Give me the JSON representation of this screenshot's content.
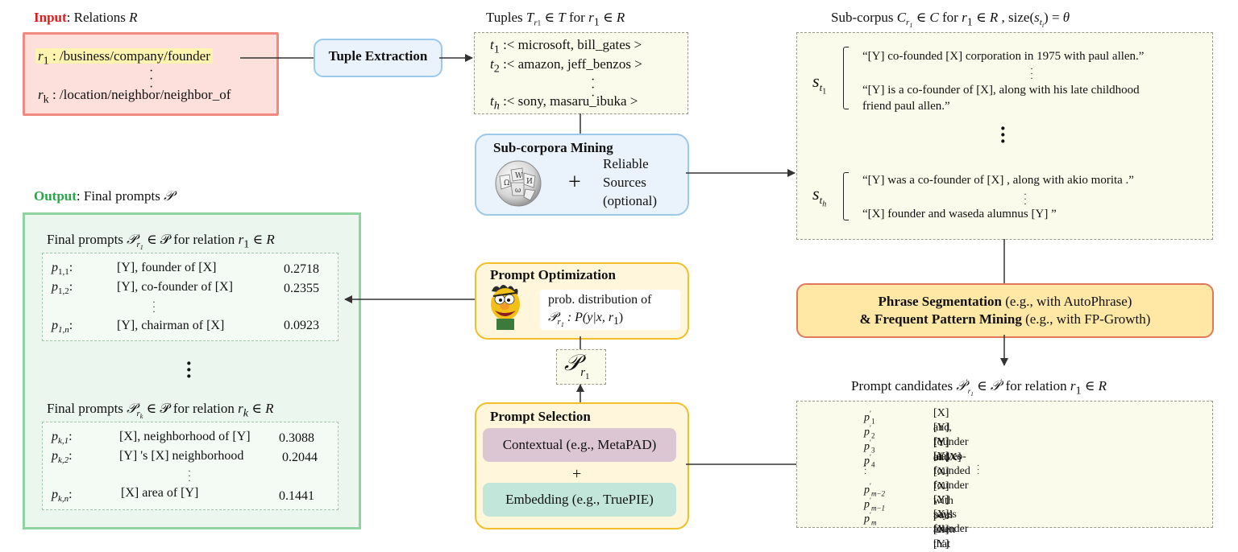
{
  "input": {
    "label": "Input",
    "title": ": Relations ",
    "title_var": "R",
    "r1_sym": "r",
    "r1_sub": "1",
    "r1_text": " : /business/company/founder",
    "rk_sym": "r",
    "rk_sub": "k",
    "rk_text": " : /location/neighbor/neighbor_of"
  },
  "tuple_extraction": {
    "label": "Tuple Extraction"
  },
  "tuples": {
    "title_pre": "Tuples ",
    "title_T": "T",
    "title_sub": "r",
    "title_subsub": "1",
    "title_mid": " ∈ ",
    "title_T2": "T",
    "title_for": "  for  ",
    "title_r": "r",
    "title_rsub": "1",
    "title_in": " ∈ ",
    "title_R": "R",
    "items": [
      {
        "sym": "t",
        "sub": "1",
        "text": " :< microsoft, bill_gates >"
      },
      {
        "sym": "t",
        "sub": "2",
        "text": " :< amazon, jeff_benzos >"
      },
      {
        "sym": "t",
        "sub": "h",
        "text": " :< sony, masaru_ibuka >"
      }
    ]
  },
  "mining": {
    "title": "Sub-corpora Mining",
    "plus": "+",
    "sources": [
      "Reliable",
      "Sources",
      "(optional)"
    ],
    "wiki_letters": [
      "W",
      "Ω",
      "И",
      "W",
      "ω"
    ]
  },
  "subcorpus": {
    "title_pre": "Sub-corpus ",
    "title_C": "C",
    "title_in": " ∈ ",
    "title_C2": "C",
    "title_for": "  for  ",
    "title_r": "r",
    "title_in2": " ∈ ",
    "title_R": "R",
    "title_size": "  , size(",
    "title_s": "s",
    "title_close": ") = ",
    "title_theta": "θ",
    "s1_sym": "s",
    "sh_sym": "s",
    "s1_sents": [
      "“[Y] co-founded [X] corporation in 1975 with paul allen.”",
      "“[Y] is a co-founder of  [X], along with his late childhood",
      "friend paul allen.”"
    ],
    "sh_sents": [
      "“[Y] was a co-founder of [X] , along with akio morita .”",
      "“[X] founder and waseda alumnus [Y] ”"
    ]
  },
  "phrase_seg": {
    "line1_bold": "Phrase Segmentation",
    "line1_rest": " (e.g., with AutoPhrase)",
    "line2_bold": "& Frequent Pattern Mining",
    "line2_rest": " (e.g., with FP-Growth)"
  },
  "candidates": {
    "title_pre": "Prompt candidates ",
    "title_for": " for relation ",
    "items": [
      {
        "sub": "1",
        "text": "[X] and [Y] and"
      },
      {
        "sub": "2",
        "text": "[Y], founder of [X]"
      },
      {
        "sub": "3",
        "text": "[Y] leaves [X]"
      },
      {
        "sub": "4",
        "text": "[Y] co-founded [X] with paul allen"
      },
      {
        "sub": "m−2",
        "text": "founder [Y]"
      },
      {
        "sub": "m−1",
        "text": "[Y] says [X] that"
      },
      {
        "sub": "m",
        "text": "[X]’s founder [Y]"
      }
    ]
  },
  "selection": {
    "title": "Prompt Selection",
    "contextual": "Contextual (e.g., MetaPAD)",
    "plus": "+",
    "embedding": "Embedding (e.g., TruePIE)"
  },
  "p_r1": {
    "sym": "𝒫",
    "sub": "r",
    "subsub": "1"
  },
  "optimization": {
    "title": "Prompt Optimization",
    "line1": "prob. distribution of",
    "line2": " : P(y|x, r",
    "line2_end": ")"
  },
  "output": {
    "label": "Output",
    "title": ": Final prompts ",
    "title_P": "𝒫",
    "block1_title": "Final prompts ",
    "block1_title_mid": " ∈ 𝒫 for relation ",
    "block1_rows": [
      {
        "sub": "1,1",
        "text": "[Y],  founder of [X]",
        "score": "0.2718"
      },
      {
        "sub": "1,2",
        "text": "[Y], co-founder of [X]",
        "score": "0.2355"
      },
      {
        "sub": "1,n",
        "text": "[Y], chairman of [X]",
        "score": "0.0923"
      }
    ],
    "block2_title": "Final prompts ",
    "block2_title_mid": " ∈ 𝒫 for relation ",
    "block2_rows": [
      {
        "sub": "k,1",
        "text": "[X], neighborhood of [Y]",
        "score": "0.3088"
      },
      {
        "sub": "k,2",
        "text": "[Y] 's [X] neighborhood",
        "score": "0.2044"
      },
      {
        "sub": "k,n",
        "text": "[X] area of [Y]",
        "score": "0.1441"
      }
    ]
  },
  "colors": {
    "input_red": "#e01b1b",
    "output_green": "#25a844",
    "pink_fill": "#fde0dc",
    "pink_border": "#f08a80",
    "green_border": "#8fd3a0",
    "blue_border": "#9cc8ea",
    "yellow_border": "#f2bf2a",
    "orange_fill": "#ffe7a6"
  },
  "icons": [
    "wikipedia-globe-icon",
    "bert-muppet-icon"
  ]
}
